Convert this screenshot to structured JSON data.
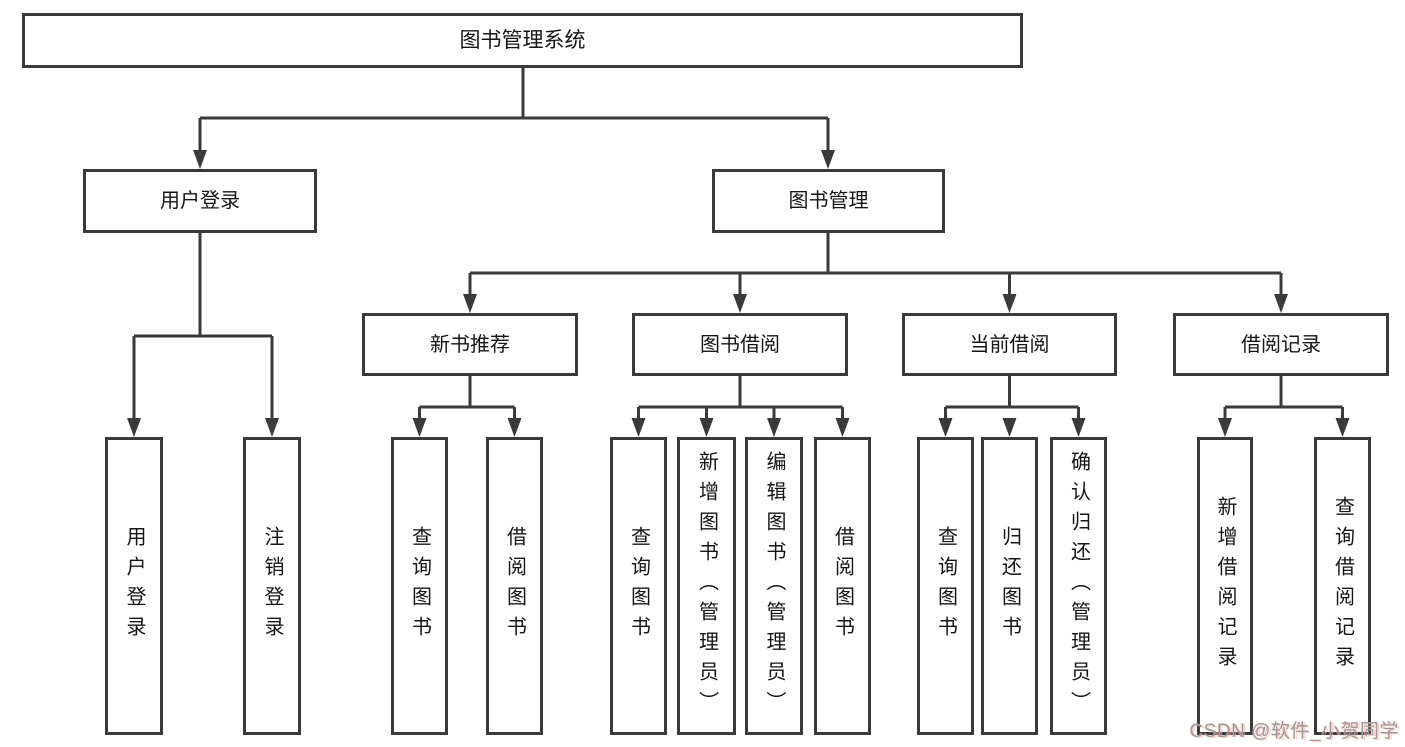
{
  "diagram": {
    "title_box": "图书管理系统",
    "branches": {
      "user_login": {
        "label": "用户登录",
        "children": [
          "用户登录",
          "注销登录"
        ]
      },
      "book_management": {
        "label": "图书管理"
      }
    },
    "modules": [
      {
        "label": "新书推荐",
        "children": [
          "查询图书",
          "借阅图书"
        ]
      },
      {
        "label": "图书借阅",
        "children": [
          "查询图书",
          "新增图书（管理员）",
          "编辑图书（管理员）",
          "借阅图书"
        ]
      },
      {
        "label": "当前借阅",
        "children": [
          "查询图书",
          "归还图书",
          "确认归还（管理员）"
        ]
      },
      {
        "label": "借阅记录",
        "children": [
          "新增借阅记录",
          "查询借阅记录"
        ]
      }
    ],
    "watermark": "CSDN @软件_小贺同学",
    "colors": {
      "line": "#3a3a3a",
      "text": "#151515",
      "background": "#ffffff",
      "watermark_gray": "#9b9b9b",
      "watermark_red_tint": "#fdaaa5"
    }
  }
}
